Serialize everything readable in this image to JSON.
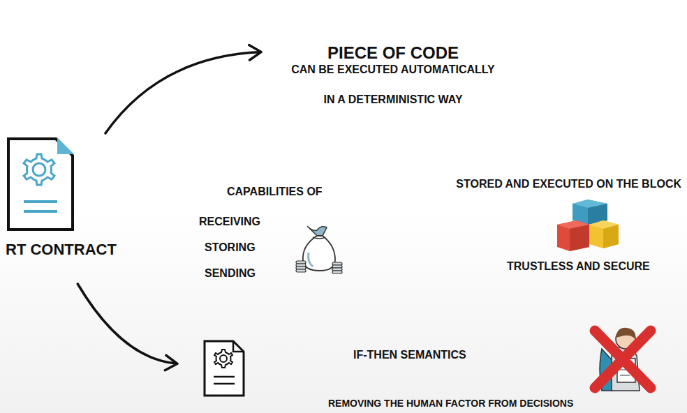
{
  "diagram": {
    "nodes": [
      {
        "text": [
          "RT CONTRACT"
        ]
      },
      {
        "text": [
          "PIECE OF CODE"
        ]
      },
      {
        "text": [
          "IF-THEN SEMANTICS"
        ]
      }
    ],
    "edges": [
      {
        "from": 0,
        "to": 1,
        "arrow": "to"
      },
      {
        "from": 0,
        "to": 2,
        "arrow": "to"
      }
    ],
    "labels": [
      "CAN BE EXECUTED AUTOMATICALLY",
      "IN A DETERMINISTIC WAY",
      "CAPABILITIES OF",
      "RECEIVING",
      "STORING",
      "SENDING",
      "STORED AND EXECUTED ON THE BLOCK",
      "TRUSTLESS AND SECURE",
      "REMOVING THE HUMAN FACTOR FROM DECISIONS"
    ]
  }
}
